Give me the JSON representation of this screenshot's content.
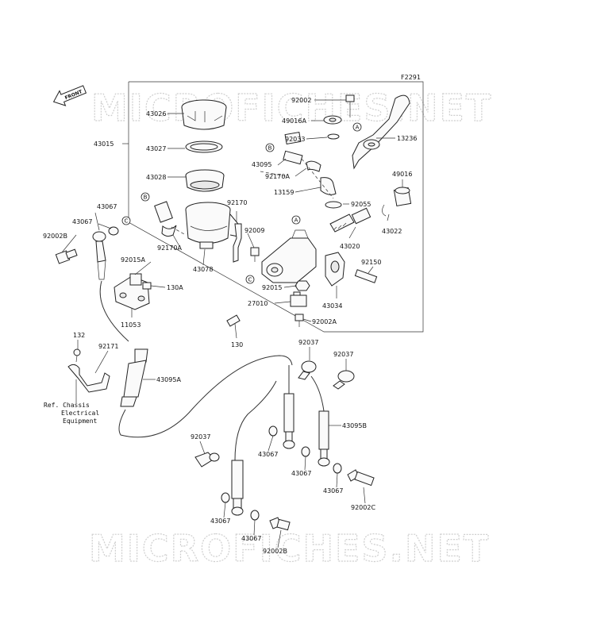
{
  "diagram": {
    "figure_code": "F2291",
    "front_arrow_text": "FRONT",
    "watermark_text": "MICROFICHES.NET",
    "ref_note": [
      "Ref. Chassis",
      "Electrical",
      "Equipment"
    ],
    "callouts": [
      "A",
      "B",
      "C"
    ],
    "part_numbers": {
      "p43026": "43026",
      "p43015": "43015",
      "p43027": "43027",
      "p43028": "43028",
      "p92002": "92002",
      "p49016A": "49016A",
      "p92033": "92033",
      "p13236": "13236",
      "p43095": "43095",
      "p92170A_top": "92170A",
      "p13159": "13159",
      "p49016": "49016",
      "p92055": "92055",
      "p43067_a": "43067",
      "p43067_b": "43067",
      "p92002B_left": "92002B",
      "p92170": "92170",
      "p92170A_mid": "92170A",
      "p92009": "92009",
      "p43022": "43022",
      "p43020": "43020",
      "p92015A": "92015A",
      "p43078": "43078",
      "p92150": "92150",
      "p130A": "130A",
      "p92015": "92015",
      "p11053": "11053",
      "p27010": "27010",
      "p43034": "43034",
      "p92002A": "92002A",
      "p130": "130",
      "p132": "132",
      "p92171": "92171",
      "p92037_a": "92037",
      "p92037_b": "92037",
      "p43095A": "43095A",
      "p43095B": "43095B",
      "p92037_c": "92037",
      "p43067_c": "43067",
      "p43067_d": "43067",
      "p43067_e": "43067",
      "p92002C": "92002C",
      "p43067_f": "43067",
      "p43067_g": "43067",
      "p92002B_bottom": "92002B"
    }
  }
}
